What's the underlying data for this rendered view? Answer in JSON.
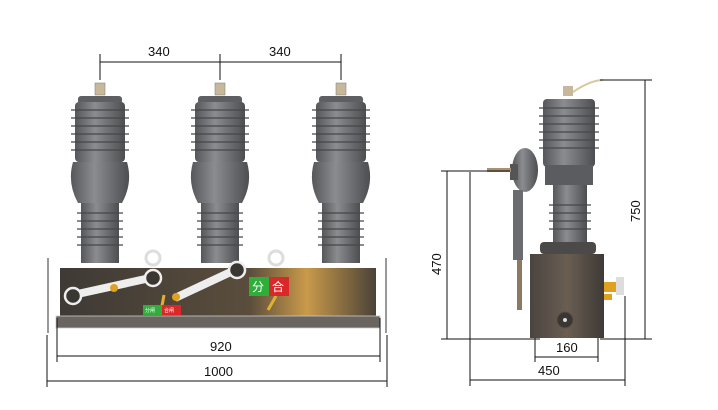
{
  "front_view": {
    "dimensions": {
      "pole_spacing_left": "340",
      "pole_spacing_right": "340",
      "frame_inner_width": "920",
      "frame_outer_width": "1000"
    },
    "indicators": {
      "open_label": "分",
      "close_label": "合",
      "small_green": "分闸",
      "small_red": "合闸"
    },
    "colors": {
      "open": "#2fae3c",
      "close": "#d8282a",
      "insulator": "#6b6d70",
      "frame": "#4a4640"
    }
  },
  "side_view": {
    "dimensions": {
      "height_bushing": "470",
      "height_total": "750",
      "mount_width": "160",
      "total_depth": "450"
    }
  }
}
